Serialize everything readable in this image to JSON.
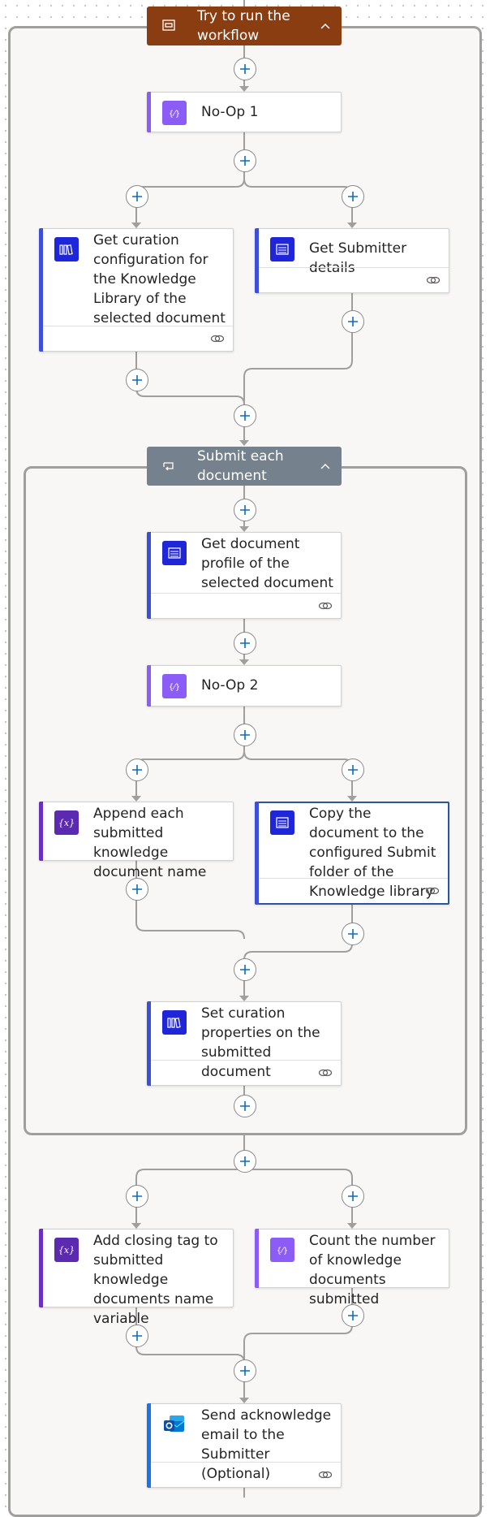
{
  "colors": {
    "scope_try": "#8a3d10",
    "scope_each": "#75818c",
    "connector": "#a19f9d",
    "sharepoint": "#1f25d8",
    "variable": "#5c2ab0",
    "compose": "#8b5cf6",
    "outlook": "#1a73e8",
    "bar_blue": "#3d4fd8",
    "bar_purple": "#6b2fc0"
  },
  "scopes": {
    "try": {
      "label": "Try to run the workflow",
      "icon": "scope-icon"
    },
    "each": {
      "label": "Submit each document",
      "icon": "loop-icon"
    }
  },
  "actions": {
    "noop1": {
      "title": "No-Op 1",
      "icon": "compose-icon"
    },
    "get_curation": {
      "title": "Get curation configuration for the Knowledge Library of the selected document",
      "icon": "library-icon"
    },
    "get_submitter": {
      "title": "Get Submitter details",
      "icon": "list-icon"
    },
    "get_profile": {
      "title": "Get document profile of the selected document",
      "icon": "list-icon"
    },
    "noop2": {
      "title": "No-Op 2",
      "icon": "compose-icon"
    },
    "append_name": {
      "title": "Append each submitted knowledge document name",
      "icon": "variable-icon"
    },
    "copy_doc": {
      "title": "Copy the document to the configured Submit folder of the Knowledge library",
      "icon": "list-icon"
    },
    "set_props": {
      "title": "Set curation properties on the submitted document",
      "icon": "library-icon"
    },
    "add_tag": {
      "title": "Add closing tag to submitted knowledge documents name variable",
      "icon": "variable-icon"
    },
    "count_docs": {
      "title": "Count the number of knowledge documents submitted",
      "icon": "compose-icon"
    },
    "send_email": {
      "title": "Send acknowledge email to the Submitter (Optional)",
      "icon": "outlook-icon"
    }
  }
}
